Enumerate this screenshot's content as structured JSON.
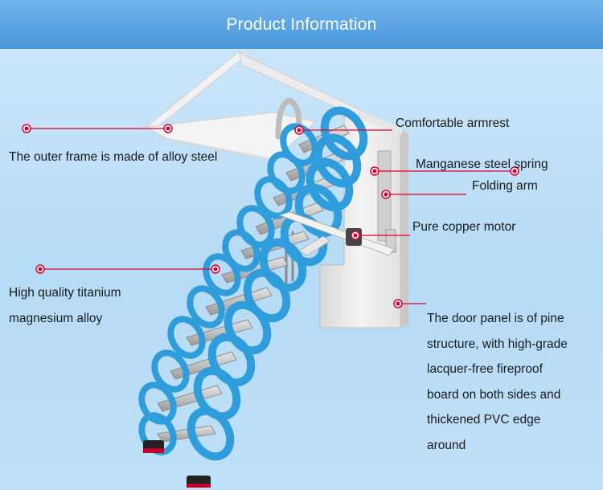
{
  "header": {
    "title": "Product Information"
  },
  "labels": {
    "outer_frame": "The outer frame is made of alloy steel",
    "armrest": "Comfortable armrest",
    "spring": "Manganese steel spring",
    "folding_arm": "Folding arm",
    "motor": "Pure copper motor",
    "alloy": [
      "High quality titanium",
      "magnesium alloy"
    ],
    "door_panel": [
      "The door panel is of pine",
      "structure, with high-grade",
      "lacquer-free fireproof",
      "board on both sides and",
      "thickened PVC edge",
      "around"
    ]
  },
  "colors": {
    "header_bg": "#4a98de",
    "background": "#bfe0f8",
    "callout_line": "#e0002a",
    "ladder_blue": "#2f9ddb",
    "frame_white": "#f2f2f2"
  }
}
